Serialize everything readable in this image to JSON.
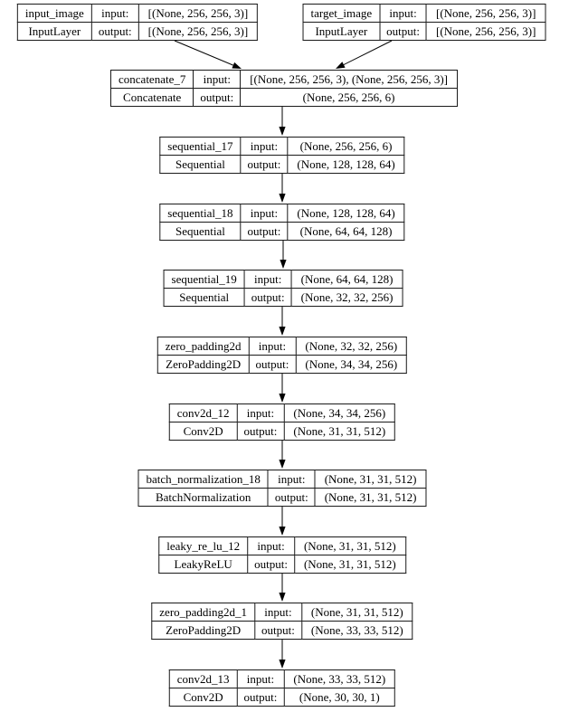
{
  "diagram": {
    "type": "keras-model-architecture-graph",
    "background_color": "#ffffff",
    "line_color": "#000000",
    "labels": {
      "input": "input:",
      "output": "output:"
    },
    "nodes": [
      {
        "id": "input_image",
        "name": "input_image",
        "class_name": "InputLayer",
        "input_shape": "[(None, 256, 256, 3)]",
        "output_shape": "[(None, 256, 256, 3)]"
      },
      {
        "id": "target_image",
        "name": "target_image",
        "class_name": "InputLayer",
        "input_shape": "[(None, 256, 256, 3)]",
        "output_shape": "[(None, 256, 256, 3)]"
      },
      {
        "id": "concatenate_7",
        "name": "concatenate_7",
        "class_name": "Concatenate",
        "input_shape": "[(None, 256, 256, 3), (None, 256, 256, 3)]",
        "output_shape": "(None, 256, 256, 6)"
      },
      {
        "id": "sequential_17",
        "name": "sequential_17",
        "class_name": "Sequential",
        "input_shape": "(None, 256, 256, 6)",
        "output_shape": "(None, 128, 128, 64)"
      },
      {
        "id": "sequential_18",
        "name": "sequential_18",
        "class_name": "Sequential",
        "input_shape": "(None, 128, 128, 64)",
        "output_shape": "(None, 64, 64, 128)"
      },
      {
        "id": "sequential_19",
        "name": "sequential_19",
        "class_name": "Sequential",
        "input_shape": "(None, 64, 64, 128)",
        "output_shape": "(None, 32, 32, 256)"
      },
      {
        "id": "zero_padding2d",
        "name": "zero_padding2d",
        "class_name": "ZeroPadding2D",
        "input_shape": "(None, 32, 32, 256)",
        "output_shape": "(None, 34, 34, 256)"
      },
      {
        "id": "conv2d_12",
        "name": "conv2d_12",
        "class_name": "Conv2D",
        "input_shape": "(None, 34, 34, 256)",
        "output_shape": "(None, 31, 31, 512)"
      },
      {
        "id": "batch_normalization_18",
        "name": "batch_normalization_18",
        "class_name": "BatchNormalization",
        "input_shape": "(None, 31, 31, 512)",
        "output_shape": "(None, 31, 31, 512)"
      },
      {
        "id": "leaky_re_lu_12",
        "name": "leaky_re_lu_12",
        "class_name": "LeakyReLU",
        "input_shape": "(None, 31, 31, 512)",
        "output_shape": "(None, 31, 31, 512)"
      },
      {
        "id": "zero_padding2d_1",
        "name": "zero_padding2d_1",
        "class_name": "ZeroPadding2D",
        "input_shape": "(None, 31, 31, 512)",
        "output_shape": "(None, 33, 33, 512)"
      },
      {
        "id": "conv2d_13",
        "name": "conv2d_13",
        "class_name": "Conv2D",
        "input_shape": "(None, 33, 33, 512)",
        "output_shape": "(None, 30, 30, 1)"
      }
    ],
    "edges": [
      [
        "input_image",
        "concatenate_7"
      ],
      [
        "target_image",
        "concatenate_7"
      ],
      [
        "concatenate_7",
        "sequential_17"
      ],
      [
        "sequential_17",
        "sequential_18"
      ],
      [
        "sequential_18",
        "sequential_19"
      ],
      [
        "sequential_19",
        "zero_padding2d"
      ],
      [
        "zero_padding2d",
        "conv2d_12"
      ],
      [
        "conv2d_12",
        "batch_normalization_18"
      ],
      [
        "batch_normalization_18",
        "leaky_re_lu_12"
      ],
      [
        "leaky_re_lu_12",
        "zero_padding2d_1"
      ],
      [
        "zero_padding2d_1",
        "conv2d_13"
      ]
    ]
  }
}
